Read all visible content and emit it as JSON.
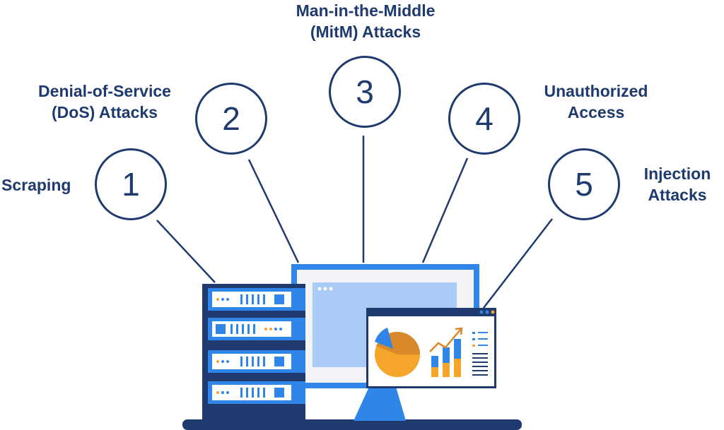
{
  "attacks": [
    {
      "number": "1",
      "line1": "Scraping",
      "line2": ""
    },
    {
      "number": "2",
      "line1": "Denial-of-Service",
      "line2": "(DoS) Attacks"
    },
    {
      "number": "3",
      "line1": "Man-in-the-Middle",
      "line2": "(MitM) Attacks"
    },
    {
      "number": "4",
      "line1": "Unauthorized",
      "line2": "Access"
    },
    {
      "number": "5",
      "line1": "Injection",
      "line2": "Attacks"
    }
  ],
  "colors": {
    "navy": "#1e3a6e",
    "blue": "#2f86e8",
    "light_blue": "#a9cbf6",
    "orange": "#f4a52a",
    "dark_orange": "#d9882a",
    "panel_gray": "#f1f3f7"
  },
  "icons": [
    "server-rack-icon",
    "monitor-icon",
    "analytics-window-icon",
    "pie-chart-icon",
    "bar-chart-icon",
    "trend-arrow-icon"
  ]
}
